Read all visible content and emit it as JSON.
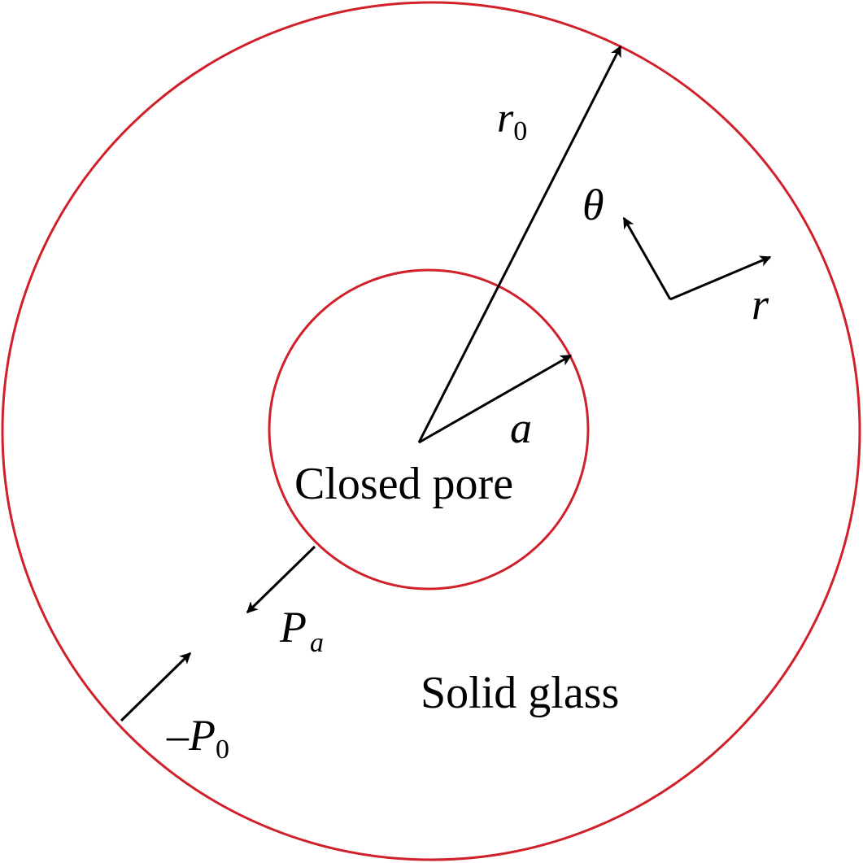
{
  "colors": {
    "circle": "#d0202a",
    "ink": "#000000",
    "background": "#ffffff"
  },
  "labels": {
    "closed_pore": "Closed pore",
    "solid_glass": "Solid glass",
    "outer_radius": {
      "main": "r",
      "sub": "0"
    },
    "inner_radius": "a",
    "theta": "θ",
    "r": "r",
    "pore_pressure": {
      "main": "P",
      "sub": "a"
    },
    "outer_pressure": {
      "prefix": "–",
      "main": "P",
      "sub": "0"
    }
  }
}
